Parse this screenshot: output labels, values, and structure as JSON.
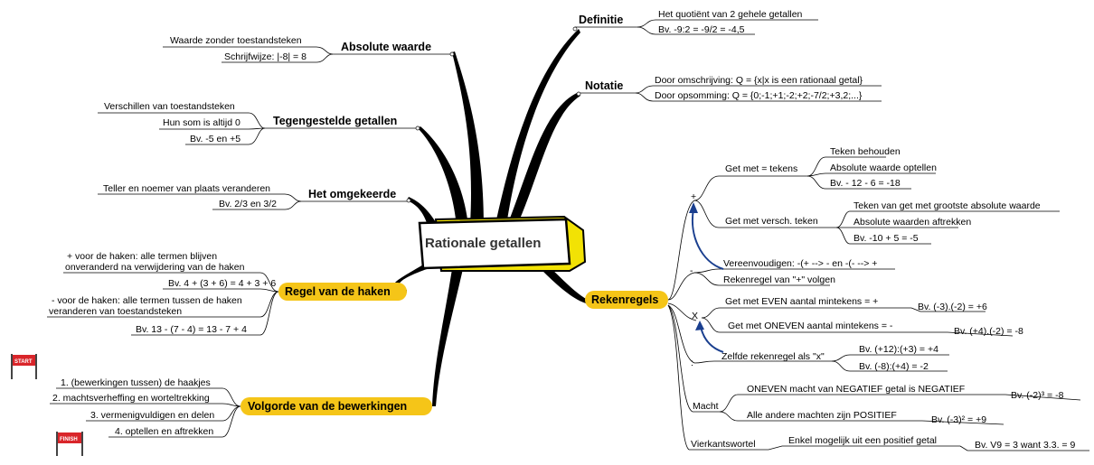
{
  "center": {
    "label": "Rationale getallen"
  },
  "topics": {
    "definitie": {
      "label": "Definitie",
      "items": [
        "Het quotiënt van 2 gehele getallen",
        "Bv. -9:2 = -9/2 = -4,5"
      ]
    },
    "notatie": {
      "label": "Notatie",
      "items": [
        "Door omschrijving: Q = {x|x is een rationaal getal}",
        "Door opsomming: Q = {0;-1;+1;-2;+2;-7/2;+3,2;...}"
      ]
    },
    "absolute": {
      "label": "Absolute waarde",
      "items": [
        "Waarde zonder toestandsteken",
        "Schrijfwijze: |-8| = 8"
      ]
    },
    "tegengestelde": {
      "label": "Tegengestelde getallen",
      "items": [
        "Verschillen van toestandsteken",
        "Hun som is altijd 0",
        "Bv. -5 en +5"
      ]
    },
    "omgekeerde": {
      "label": "Het omgekeerde",
      "items": [
        "Teller en noemer van plaats veranderen",
        "Bv. 2/3 en 3/2"
      ]
    },
    "haken": {
      "label": "Regel van de haken",
      "items": [
        "+ voor de haken: alle termen blijven",
        "onveranderd na verwijdering van de haken",
        "Bv. 4 + (3 + 6) = 4 + 3 + 6",
        "- voor de haken: alle termen tussen de haken",
        "veranderen van toestandsteken",
        "Bv. 13 - (7 - 4) = 13 - 7 + 4"
      ]
    },
    "volgorde": {
      "label": "Volgorde van de bewerkingen",
      "items": [
        "1. (bewerkingen tussen) de haakjes",
        "2. machtsverheffing en worteltrekking",
        "3. vermenigvuldigen en delen",
        "4. optellen en aftrekken"
      ]
    },
    "rekenregels": {
      "label": "Rekenregels",
      "plus": {
        "op": "+",
        "gelijk": {
          "label": "Get met = tekens",
          "items": [
            "Teken behouden",
            "Absolute waarde optellen",
            "Bv. - 12 - 6 = -18"
          ]
        },
        "versch": {
          "label": "Get met versch. teken",
          "items": [
            "Teken van get met grootste absolute waarde",
            "Absolute waarden aftrekken",
            "Bv. -10 + 5 = -5"
          ]
        }
      },
      "min": {
        "op": "-",
        "items": [
          "Vereenvoudigen: -(+ --> - en -(- --> +",
          "Rekenregel van \"+\" volgen"
        ]
      },
      "maal": {
        "op": "X",
        "even": {
          "label": "Get met EVEN aantal mintekens = +",
          "example": "Bv. (-3).(-2) = +6"
        },
        "oneven": {
          "label": "Get met ONEVEN aantal mintekens = -",
          "example": "Bv. (+4).(-2) = -8"
        }
      },
      "deel": {
        "op": ":",
        "label": "Zelfde rekenregel als \"x\"",
        "items": [
          "Bv. (+12):(+3) = +4",
          "Bv. (-8):(+4) = -2"
        ]
      },
      "macht": {
        "label": "Macht",
        "oneven": {
          "label": "ONEVEN macht van NEGATIEF getal is NEGATIEF",
          "example": "Bv. (-2)³ = -8"
        },
        "andere": {
          "label": "Alle andere machten zijn POSITIEF",
          "example": "Bv. (-3)² = +9"
        }
      },
      "wortel": {
        "label": "Vierkantswortel",
        "item": "Enkel mogelijk uit een positief getal",
        "example": "Bv. V9 = 3 want 3.3. = 9"
      }
    }
  },
  "flags": {
    "start": "START",
    "finish": "FINISH"
  },
  "colors": {
    "highlight": "#f5c518",
    "box": "#f2e205",
    "arrow": "#1a3f8f"
  }
}
